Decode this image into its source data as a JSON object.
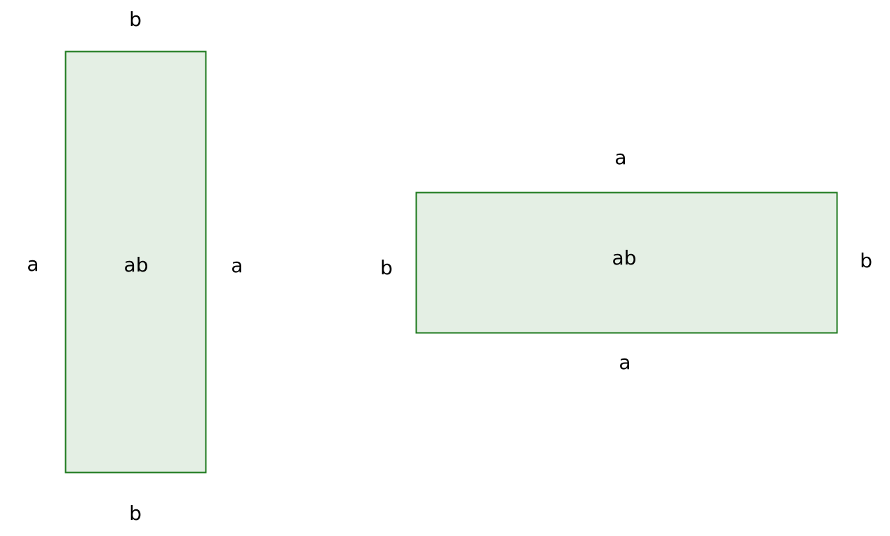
{
  "colors": {
    "stroke": "#1e7a1e",
    "fill": "#e4efe4"
  },
  "left_rect": {
    "top_label": "b",
    "bottom_label": "b",
    "left_label": "a",
    "right_label": "a",
    "area_label": "ab"
  },
  "right_rect": {
    "top_label": "a",
    "bottom_label": "a",
    "left_label": "b",
    "right_label": "b",
    "area_label": "ab"
  }
}
